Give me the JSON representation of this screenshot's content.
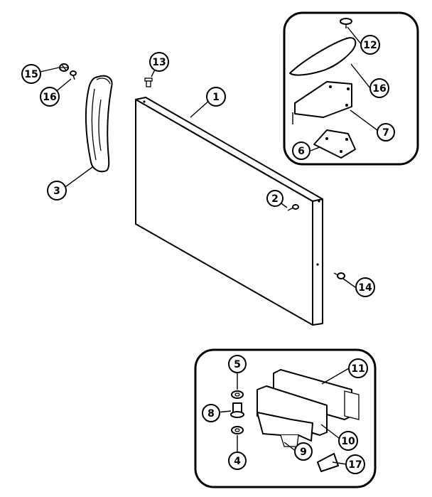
{
  "diagram": {
    "callouts": [
      {
        "id": "c1",
        "label": "1",
        "part": "door-panel"
      },
      {
        "id": "c2",
        "label": "2",
        "part": "screw"
      },
      {
        "id": "c3",
        "label": "3",
        "part": "door-handle"
      },
      {
        "id": "c4",
        "label": "4",
        "part": "washer"
      },
      {
        "id": "c5",
        "label": "5",
        "part": "washer"
      },
      {
        "id": "c6",
        "label": "6",
        "part": "hinge-plate"
      },
      {
        "id": "c7",
        "label": "7",
        "part": "hinge"
      },
      {
        "id": "c8",
        "label": "8",
        "part": "hinge-pin"
      },
      {
        "id": "c9",
        "label": "9",
        "part": "hinge-bracket"
      },
      {
        "id": "c10",
        "label": "10",
        "part": "hinge-shim"
      },
      {
        "id": "c11",
        "label": "11",
        "part": "hinge-shim"
      },
      {
        "id": "c12",
        "label": "12",
        "part": "cap"
      },
      {
        "id": "c13",
        "label": "13",
        "part": "door-stop"
      },
      {
        "id": "c14",
        "label": "14",
        "part": "screw"
      },
      {
        "id": "c15",
        "label": "15",
        "part": "plug"
      },
      {
        "id": "c16a",
        "label": "16",
        "part": "screw"
      },
      {
        "id": "c16b",
        "label": "16",
        "part": "hinge-cover"
      },
      {
        "id": "c17",
        "label": "17",
        "part": "clip"
      }
    ]
  }
}
